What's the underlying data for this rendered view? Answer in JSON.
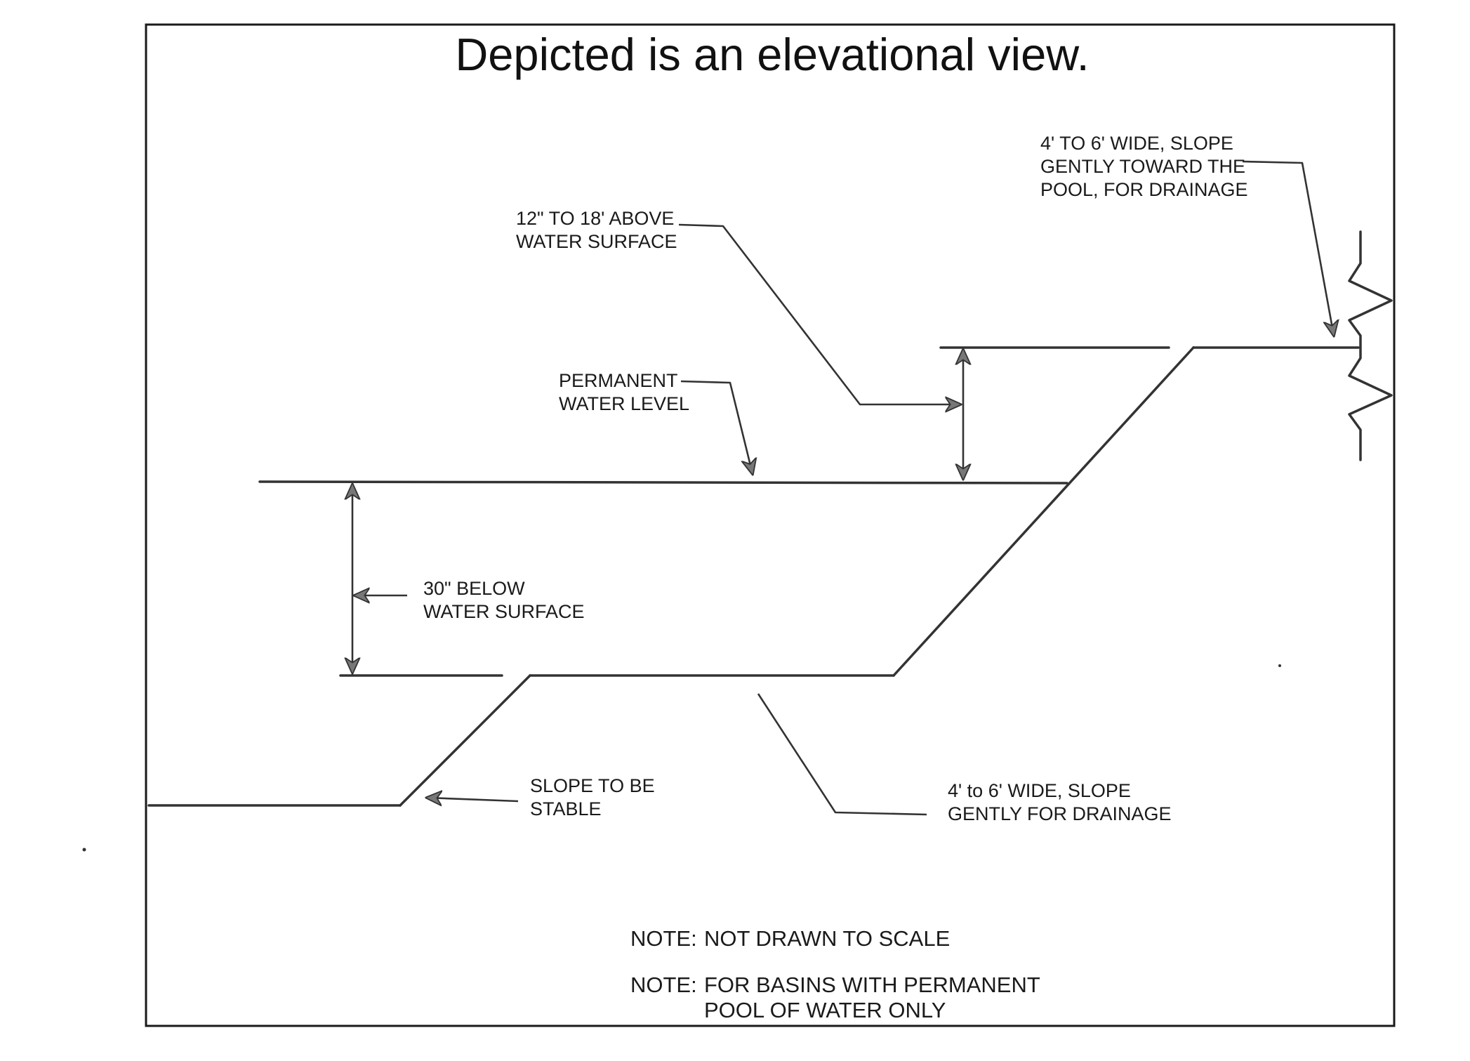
{
  "title": "Depicted is an elevational view.",
  "labels": {
    "shelf_width_top": [
      "4' TO 6' WIDE, SLOPE",
      "GENTLY TOWARD THE",
      "POOL, FOR DRAINAGE"
    ],
    "above_water": [
      "12\" TO 18' ABOVE",
      "WATER SURFACE"
    ],
    "permanent_water_level": [
      "PERMANENT",
      "WATER LEVEL"
    ],
    "below_water": [
      "30\" BELOW",
      "WATER SURFACE"
    ],
    "slope_stable": [
      "SLOPE TO BE",
      "STABLE"
    ],
    "shelf_width_bottom": [
      "4' to 6' WIDE, SLOPE",
      "GENTLY FOR DRAINAGE"
    ]
  },
  "notes": {
    "prefix": "NOTE:",
    "not_to_scale": "NOT DRAWN TO SCALE",
    "permanent_pool": [
      "FOR BASINS WITH PERMANENT",
      "POOL OF WATER ONLY"
    ]
  },
  "colors": {
    "line": "#333333",
    "arrow_fill": "#777777",
    "text": "#1a1a1a",
    "background": "#ffffff"
  }
}
